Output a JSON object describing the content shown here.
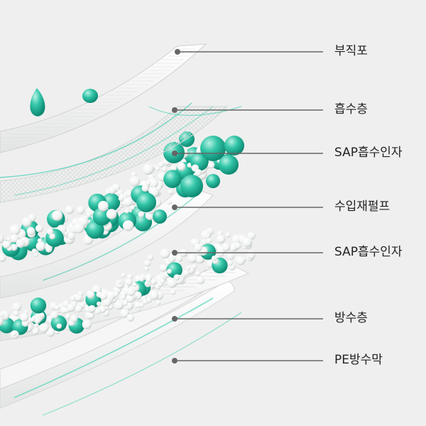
{
  "labels": [
    {
      "text": "부직포"
    },
    {
      "text": "흡수층"
    },
    {
      "text": "SAP흡수인자"
    },
    {
      "text": "수입재펄프"
    },
    {
      "text": "SAP흡수인자"
    },
    {
      "text": "방수층"
    },
    {
      "text": "PE방수막"
    }
  ],
  "colors": {
    "background": "#efefef",
    "sheet": "#fafafa",
    "teal": "#2fc0a5",
    "teal_dark": "#12957d",
    "bead": "#ffffff",
    "leader_line": "#666666",
    "text": "#222222"
  }
}
